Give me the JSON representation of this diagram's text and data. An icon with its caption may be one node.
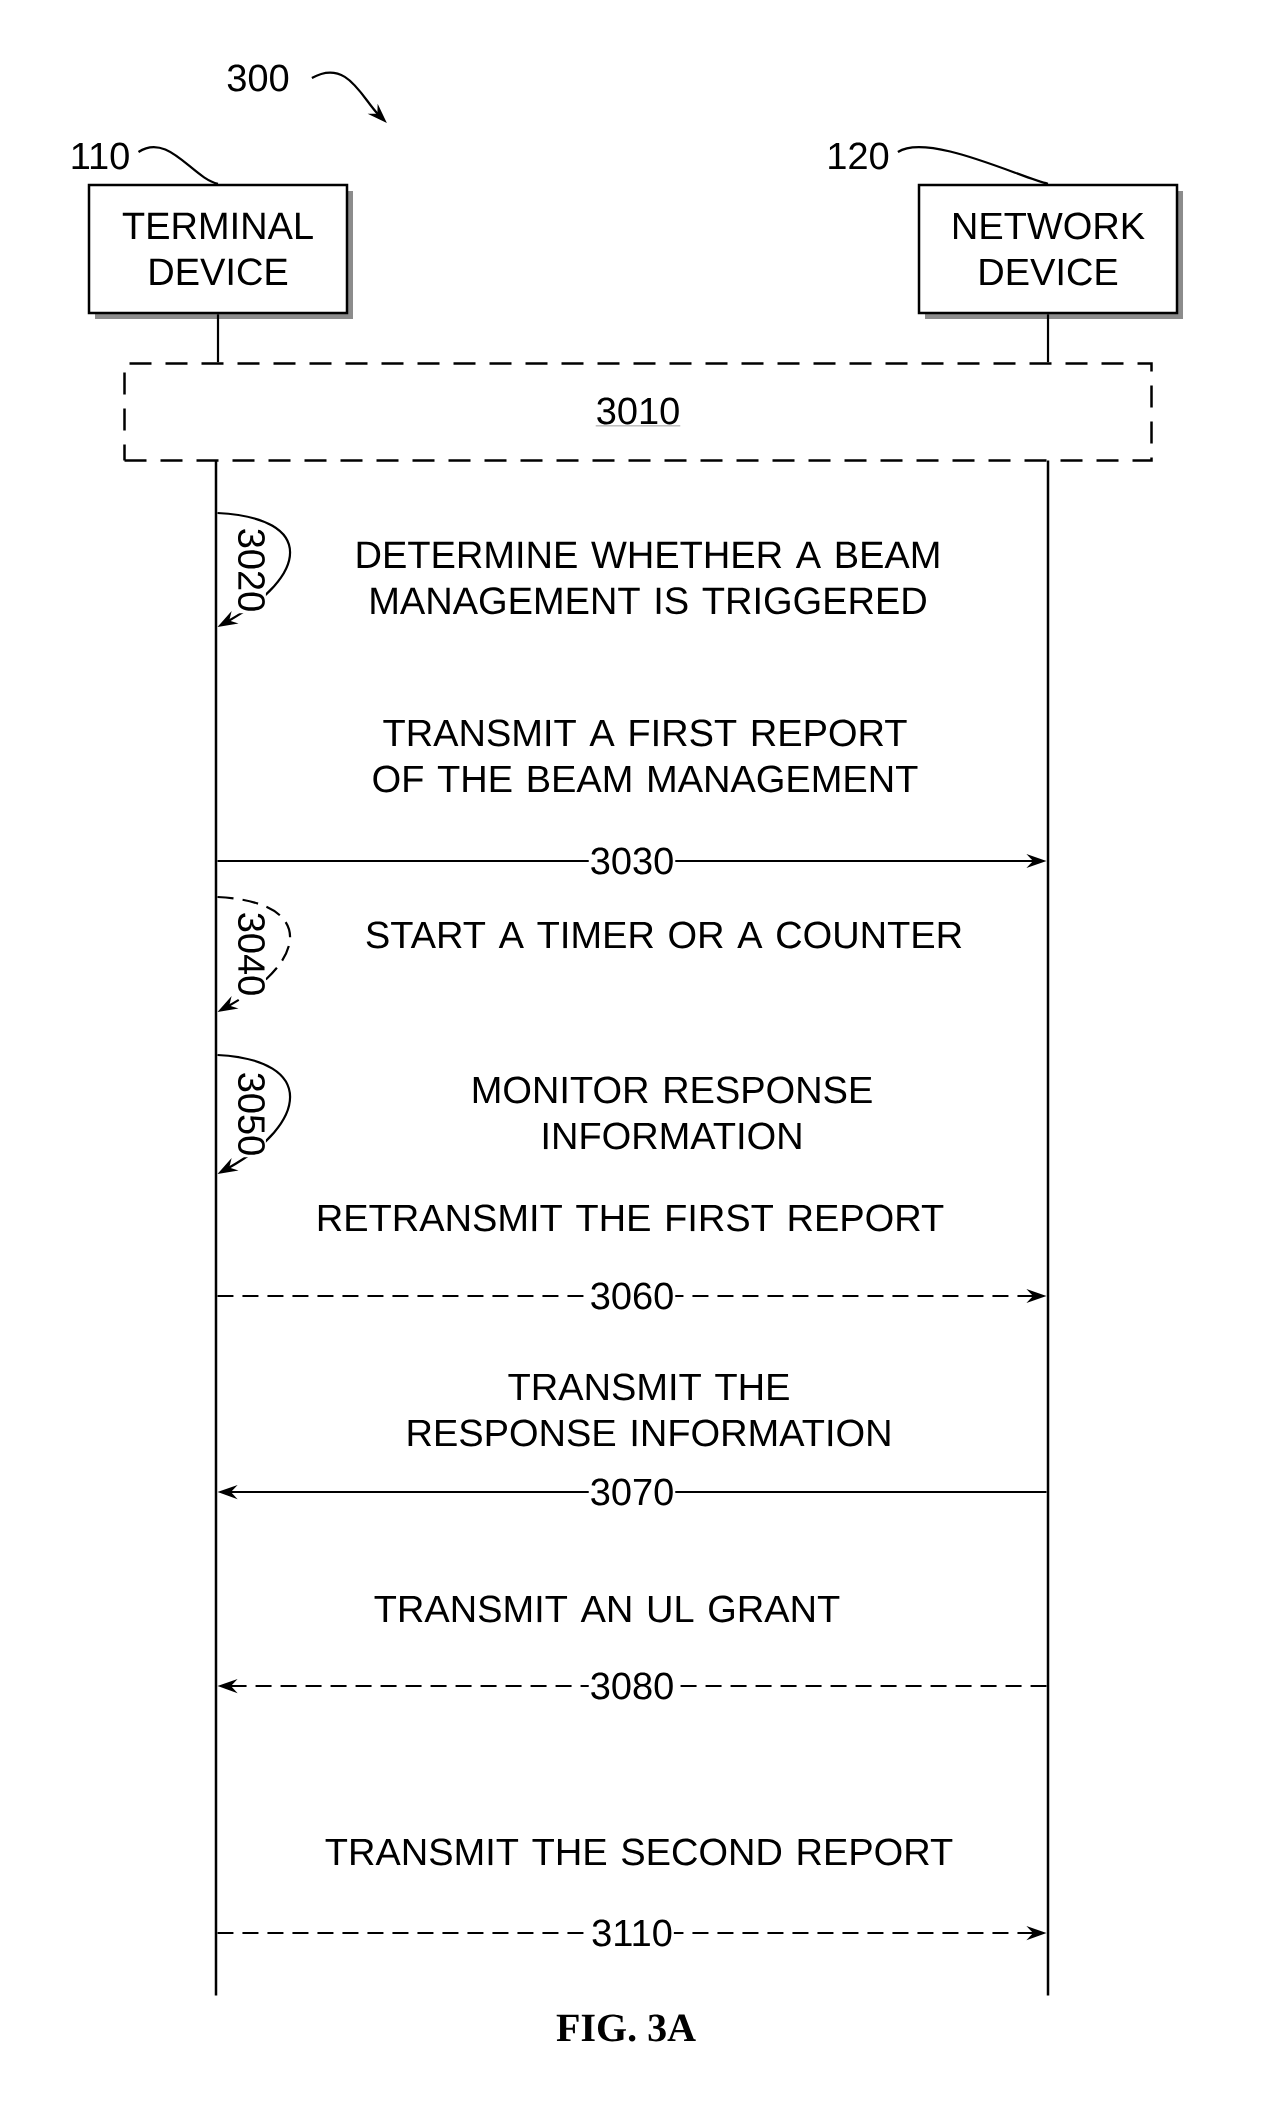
{
  "diagram": {
    "caption": "FIG. 3A",
    "nodes": [
      {
        "text": [
          "TERMINAL DEVICE"
        ]
      },
      {
        "text": [
          "NETWORK DEVICE"
        ]
      },
      {
        "text": [
          "3010"
        ]
      },
      {
        "text": [],
        "shape": "bar"
      },
      {
        "text": [],
        "shape": "bar"
      },
      {
        "text": [
          "300"
        ]
      },
      {
        "text": [
          "110"
        ]
      },
      {
        "text": [
          "120"
        ]
      }
    ],
    "edges": [
      {
        "from": 5,
        "to": null,
        "arrow": "to"
      },
      {
        "from": 6,
        "to": 0,
        "arrow": "none"
      },
      {
        "from": 7,
        "to": 1,
        "arrow": "none"
      },
      {
        "from": 0,
        "to": 2,
        "arrow": "none"
      },
      {
        "from": 1,
        "to": 2,
        "arrow": "none"
      },
      {
        "from": 3,
        "to": 3,
        "arrow": "to",
        "label": "3020"
      },
      {
        "from": 3,
        "to": 4,
        "arrow": "to",
        "label": "3030"
      },
      {
        "from": 3,
        "to": 3,
        "arrow": "to",
        "label": "3040",
        "style": "dashed"
      },
      {
        "from": 3,
        "to": 3,
        "arrow": "to",
        "label": "3050"
      },
      {
        "from": 3,
        "to": 4,
        "arrow": "to",
        "label": "3060",
        "style": "dashed"
      },
      {
        "from": 4,
        "to": 3,
        "arrow": "to",
        "label": "3070"
      },
      {
        "from": 4,
        "to": 3,
        "arrow": "to",
        "label": "3080",
        "style": "dashed"
      },
      {
        "from": 3,
        "to": 4,
        "arrow": "to",
        "label": "3110",
        "style": "dashed"
      }
    ],
    "labels": [
      "DETERMINE WHETHER A BEAM MANAGEMENT IS TRIGGERED",
      "TRANSMIT A FIRST REPORT OF THE BEAM MANAGEMENT",
      "START A TIMER OR A COUNTER",
      "MONITOR RESPONSE INFORMATION",
      "RETRANSMIT THE FIRST REPORT",
      "TRANSMIT THE RESPONSE INFORMATION",
      "TRANSMIT AN UL GRANT",
      "TRANSMIT THE SECOND REPORT"
    ]
  }
}
